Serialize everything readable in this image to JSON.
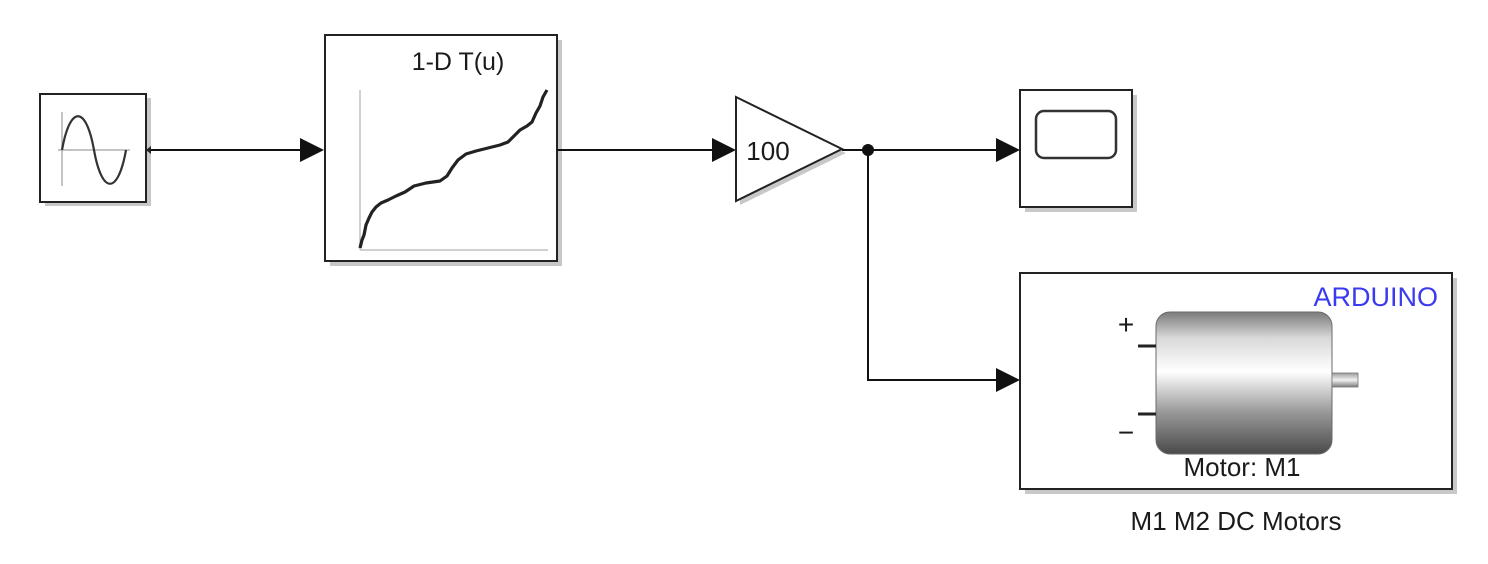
{
  "diagram": {
    "lookup_table": {
      "title": "1-D T(u)"
    },
    "gain": {
      "value": "100"
    },
    "motor": {
      "vendor": "ARDUINO",
      "plus": "+",
      "minus": "−",
      "label": "Motor: M1",
      "caption": "M1 M2 DC Motors"
    }
  },
  "colors": {
    "line": "#111111",
    "block_border": "#222222",
    "shadow": "#c8c8c8",
    "arduino": "#3a3af0"
  }
}
